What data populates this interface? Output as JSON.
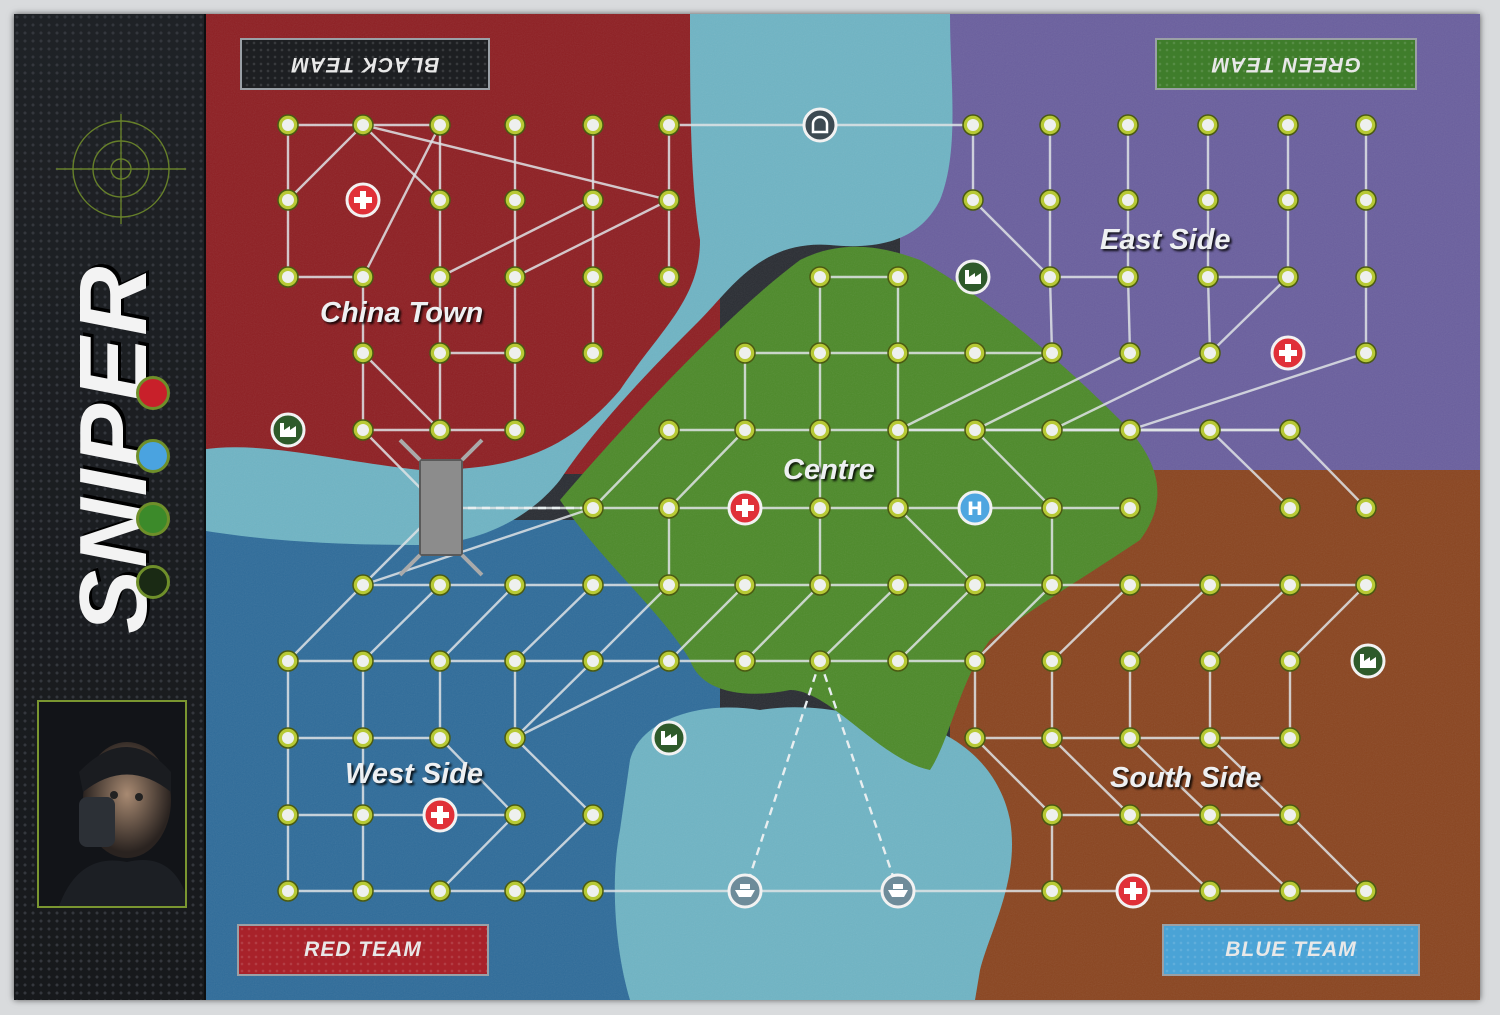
{
  "game": {
    "title": "SNIPER"
  },
  "districts": [
    {
      "name": "China Town"
    },
    {
      "name": "East Side"
    },
    {
      "name": "Centre"
    },
    {
      "name": "West Side"
    },
    {
      "name": "South Side"
    }
  ],
  "teams": {
    "black": {
      "label": "BLACK TEAM",
      "color": "#1d1f22"
    },
    "green": {
      "label": "GREEN TEAM",
      "color": "#3f7d2b"
    },
    "red": {
      "label": "RED TEAM",
      "color": "#a8222a"
    },
    "blue": {
      "label": "BLUE TEAM",
      "color": "#4aa3d6"
    }
  },
  "team_dots": [
    "#c8202a",
    "#4aa3e0",
    "#3c8a2a",
    "#1a2a14"
  ],
  "colors": {
    "china_town": "#8e1f23",
    "east_side": "#6a5f9e",
    "centre": "#4d8a2a",
    "west_side": "#2f6c9a",
    "south_side": "#8a4520",
    "water": "#6fb4c4",
    "node_ring": "#b7c935",
    "hospital": "#e03038",
    "helipad": "#4ea6e0"
  },
  "icons": {
    "hospital": "hospital-cross-icon",
    "helipad": "helipad-icon",
    "factory": "factory-icon",
    "boat": "boat-icon",
    "tunnel": "tunnel-icon"
  },
  "helipad_label": "H"
}
